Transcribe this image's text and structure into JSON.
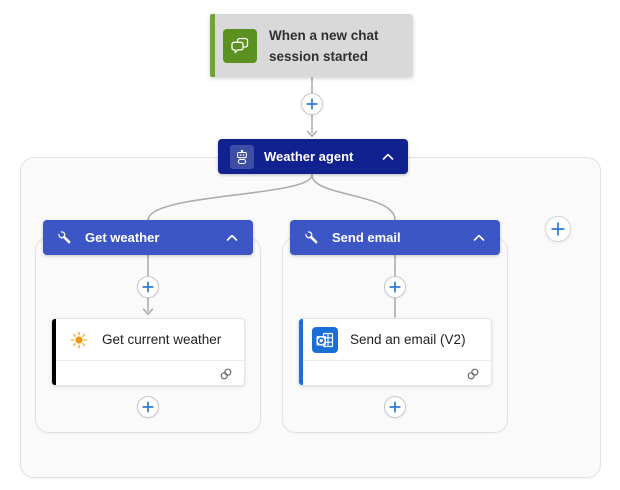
{
  "trigger": {
    "label": "When a new chat session started",
    "icon": "chat-bubbles-icon",
    "colors": {
      "background": "#d9d9d9",
      "accent_bar": "#76a03c",
      "icon_background": "#5b9120",
      "text": "#2f2f2f"
    }
  },
  "agent": {
    "label": "Weather agent",
    "icon": "robot-icon",
    "collapse_icon": "chevron-up-icon",
    "colors": {
      "background": "#11218f",
      "icon_chip": "#3d4fa5",
      "text": "#ffffff"
    }
  },
  "branches": [
    {
      "label": "Get weather",
      "icon": "wrench-icon",
      "collapse_icon": "chevron-up-icon",
      "colors": {
        "background": "#3d56c6",
        "text": "#ffffff"
      },
      "action": {
        "label": "Get current weather",
        "icon": "sun-icon",
        "accent_color": "#000000",
        "connection_icon": "link-icon"
      }
    },
    {
      "label": "Send email",
      "icon": "wrench-icon",
      "collapse_icon": "chevron-up-icon",
      "colors": {
        "background": "#3d56c6",
        "text": "#ffffff"
      },
      "action": {
        "label": "Send an email (V2)",
        "icon": "outlook-icon",
        "accent_color": "#1a6fd4",
        "connection_icon": "link-icon"
      }
    }
  ],
  "insert_buttons": {
    "icon": "plus-icon",
    "count": 5
  },
  "add_branch_button": {
    "icon": "plus-icon"
  },
  "colors": {
    "plus_blue": "#2b7cd9",
    "connector_gray": "#adadad",
    "container_border": "#e2e2e2",
    "container_fill": "#fafafa",
    "sun_core_orange": "#f2960f",
    "sun_ray_orange": "#f7b955",
    "outlook_blue": "#1a6fd4",
    "link_icon_gray": "#6b6967"
  }
}
